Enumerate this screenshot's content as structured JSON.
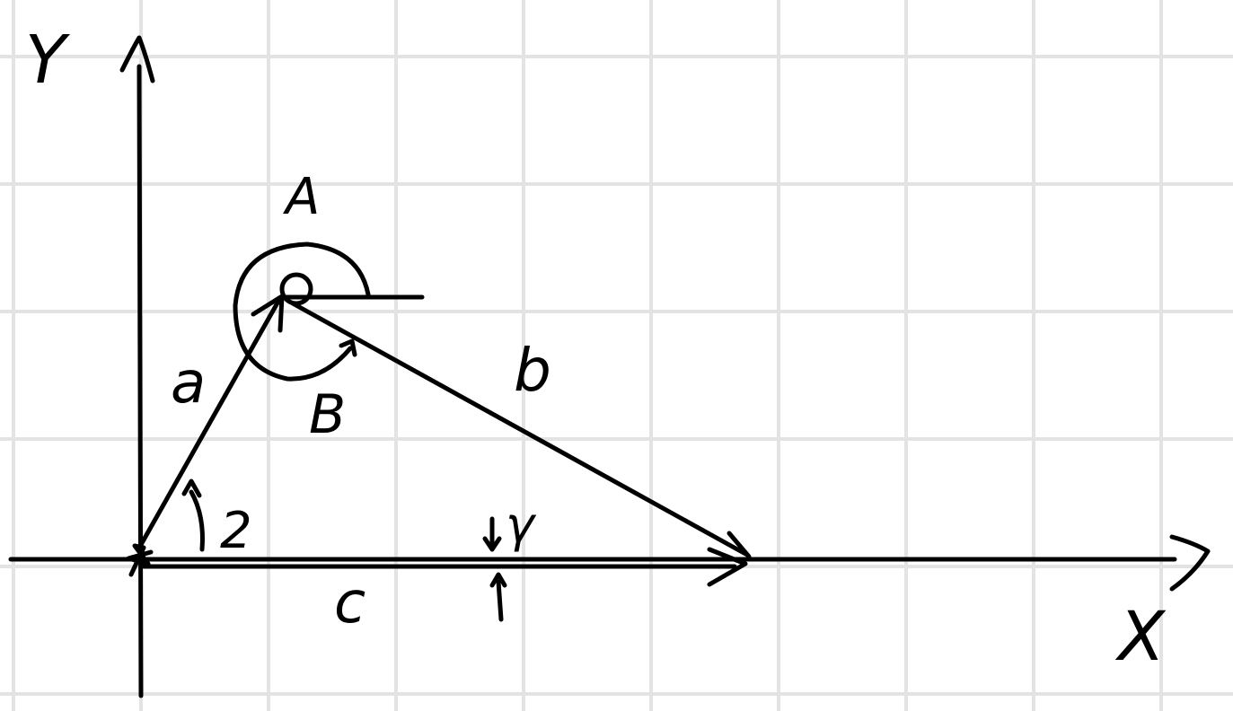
{
  "diagram": {
    "labels": {
      "y_axis": "Y",
      "x_axis": "X",
      "point": "A",
      "side_a": "a",
      "side_b": "b",
      "side_c": "c",
      "angle_beta": "B",
      "angle_alpha": "2",
      "angle_gamma": "γ"
    },
    "colors": {
      "background": "#ffffff",
      "grid": "#e3e3e3",
      "ink": "#000000"
    }
  }
}
